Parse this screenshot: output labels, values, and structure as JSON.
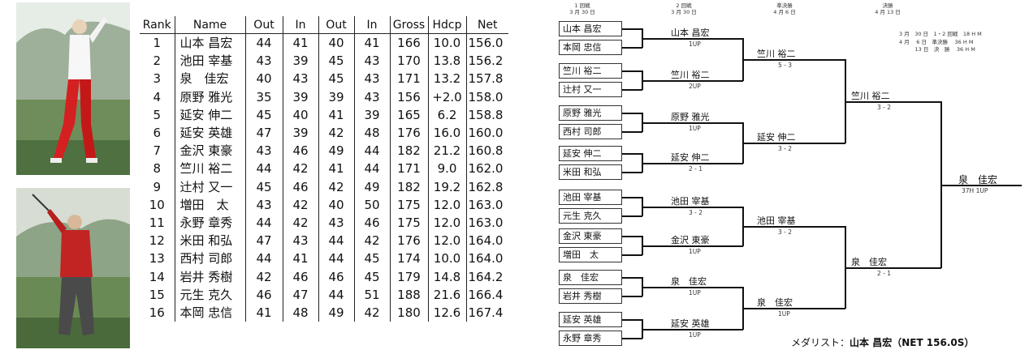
{
  "table": {
    "headers": [
      "Rank",
      "Name",
      "Out",
      "In",
      "Out",
      "In",
      "Gross",
      "Hdcp",
      "Net"
    ],
    "rows": [
      [
        "1",
        "山本 昌宏",
        "44",
        "41",
        "40",
        "41",
        "166",
        "10.0",
        "156.0"
      ],
      [
        "2",
        "池田 宰基",
        "43",
        "39",
        "45",
        "43",
        "170",
        "13.8",
        "156.2"
      ],
      [
        "3",
        "泉　佳宏",
        "40",
        "43",
        "45",
        "43",
        "171",
        "13.2",
        "157.8"
      ],
      [
        "4",
        "原野 雅光",
        "35",
        "39",
        "39",
        "43",
        "156",
        "+2.0",
        "158.0"
      ],
      [
        "5",
        "延安 伸二",
        "45",
        "40",
        "41",
        "39",
        "165",
        "6.2",
        "158.8"
      ],
      [
        "6",
        "延安 英雄",
        "47",
        "39",
        "42",
        "48",
        "176",
        "16.0",
        "160.0"
      ],
      [
        "7",
        "金沢 東豪",
        "43",
        "46",
        "49",
        "44",
        "182",
        "21.2",
        "160.8"
      ],
      [
        "8",
        "竺川 裕二",
        "44",
        "42",
        "41",
        "44",
        "171",
        "9.0",
        "162.0"
      ],
      [
        "9",
        "辻村 又一",
        "45",
        "46",
        "42",
        "49",
        "182",
        "19.2",
        "162.8"
      ],
      [
        "10",
        "増田　太",
        "43",
        "42",
        "40",
        "50",
        "175",
        "12.0",
        "163.0"
      ],
      [
        "11",
        "永野 章秀",
        "44",
        "42",
        "43",
        "46",
        "175",
        "12.0",
        "163.0"
      ],
      [
        "12",
        "米田 和弘",
        "47",
        "43",
        "44",
        "42",
        "176",
        "12.0",
        "164.0"
      ],
      [
        "13",
        "西村 司郎",
        "44",
        "41",
        "44",
        "45",
        "174",
        "10.0",
        "164.0"
      ],
      [
        "14",
        "岩井 秀樹",
        "42",
        "46",
        "46",
        "45",
        "179",
        "14.8",
        "164.2"
      ],
      [
        "15",
        "元生 克久",
        "46",
        "47",
        "44",
        "51",
        "188",
        "21.6",
        "166.4"
      ],
      [
        "16",
        "本岡 忠信",
        "41",
        "48",
        "49",
        "42",
        "180",
        "12.6",
        "167.4"
      ]
    ]
  },
  "bracket": {
    "round_headers": [
      {
        "name": "1 回戦",
        "date": "3 月 30 日"
      },
      {
        "name": "2 回戦",
        "date": "3 月 30 日"
      },
      {
        "name": "準決勝",
        "date": "4 月 6 日"
      },
      {
        "name": "決勝",
        "date": "4 月 13 日"
      }
    ],
    "round1": [
      "山本 昌宏",
      "本岡 忠信",
      "竺川 裕二",
      "辻村 又一",
      "原野 雅光",
      "西村 司郎",
      "延安 伸二",
      "米田 和弘",
      "池田 宰基",
      "元生 克久",
      "金沢 東豪",
      "増田　太",
      "泉　佳宏",
      "岩井 秀樹",
      "延安 英雄",
      "永野 章秀"
    ],
    "round2": [
      {
        "winner": "山本 昌宏",
        "score": "1UP"
      },
      {
        "winner": "竺川 裕二",
        "score": "2UP"
      },
      {
        "winner": "原野 雅光",
        "score": "1UP"
      },
      {
        "winner": "延安 伸二",
        "score": "2 - 1"
      },
      {
        "winner": "池田 宰基",
        "score": "3 - 2"
      },
      {
        "winner": "金沢 東豪",
        "score": "1UP"
      },
      {
        "winner": "泉　佳宏",
        "score": "1UP"
      },
      {
        "winner": "延安 英雄",
        "score": "1UP"
      }
    ],
    "quarter": [
      {
        "winner": "竺川 裕二",
        "score": "5 - 3"
      },
      {
        "winner": "延安 伸二",
        "score": "3 - 2"
      },
      {
        "winner": "池田 宰基",
        "score": "3 - 2"
      },
      {
        "winner": "泉　佳宏",
        "score": "1UP"
      }
    ],
    "semi": [
      {
        "winner": "竺川 裕二",
        "score": "3 - 2"
      },
      {
        "winner": "泉　佳宏",
        "score": "2 - 1"
      }
    ],
    "champion": {
      "winner": "泉　佳宏",
      "score": "37H  1UP"
    }
  },
  "schedule": [
    "3 月　30 日　1・2 回戦　18 H M",
    "4 月　 6 日　準決勝　 36 H M",
    "　　　13 日　決　勝　 36 H M"
  ],
  "medalist": {
    "label": "メダリスト：",
    "name": "山本 昌宏",
    "detail": "（NET 156.0S）"
  }
}
